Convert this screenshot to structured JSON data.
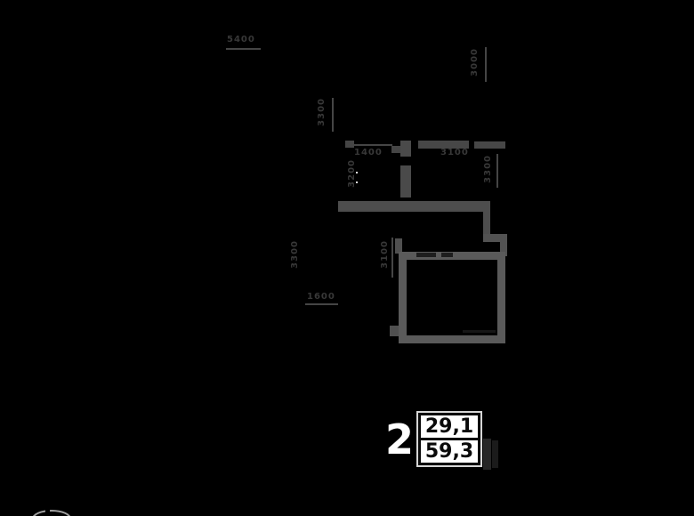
{
  "badge": {
    "rooms": "2",
    "living_area": "29,1",
    "total_area": "59,3",
    "box_bg": "#ffffff",
    "box_border": "#0a0a0a",
    "number_color": "#ffffff"
  },
  "plan": {
    "background": "#000000",
    "wall_color": "#4a4a4a",
    "unit_wall_color": "#5a5a5a",
    "dim_text_color": "#383838",
    "dims": [
      {
        "text": "5400",
        "orientation": "horizontal"
      },
      {
        "text": "3300",
        "orientation": "vertical"
      },
      {
        "text": "3000",
        "orientation": "vertical"
      },
      {
        "text": "1400",
        "orientation": "horizontal"
      },
      {
        "text": "3200",
        "orientation": "vertical"
      },
      {
        "text": "3100",
        "orientation": "horizontal"
      },
      {
        "text": "3300",
        "orientation": "vertical"
      },
      {
        "text": "3300",
        "orientation": "vertical"
      },
      {
        "text": "3100",
        "orientation": "vertical"
      },
      {
        "text": "1600",
        "orientation": "horizontal"
      }
    ]
  }
}
